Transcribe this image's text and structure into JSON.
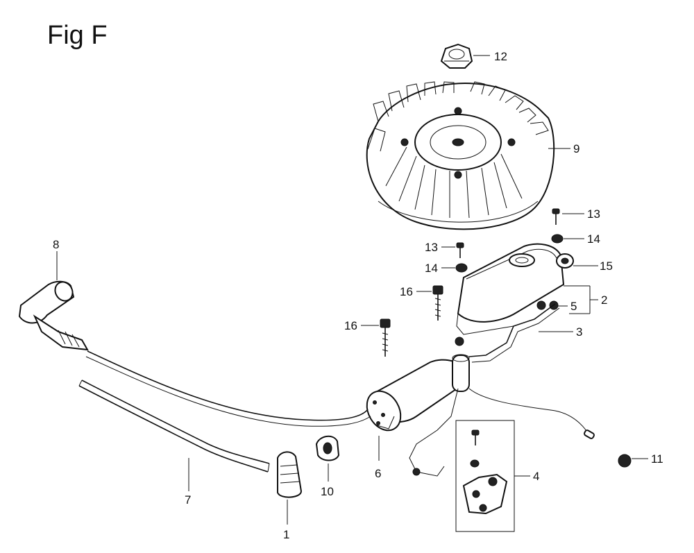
{
  "figure": {
    "title": "Fig F"
  },
  "labels": {
    "p1": "1",
    "p2": "2",
    "p3": "3",
    "p4": "4",
    "p5": "5",
    "p6": "6",
    "p7": "7",
    "p8": "8",
    "p9": "9",
    "p10": "10",
    "p11": "11",
    "p12": "12",
    "p13a": "13",
    "p13b": "13",
    "p14a": "14",
    "p14b": "14",
    "p15": "15",
    "p16a": "16",
    "p16b": "16"
  }
}
